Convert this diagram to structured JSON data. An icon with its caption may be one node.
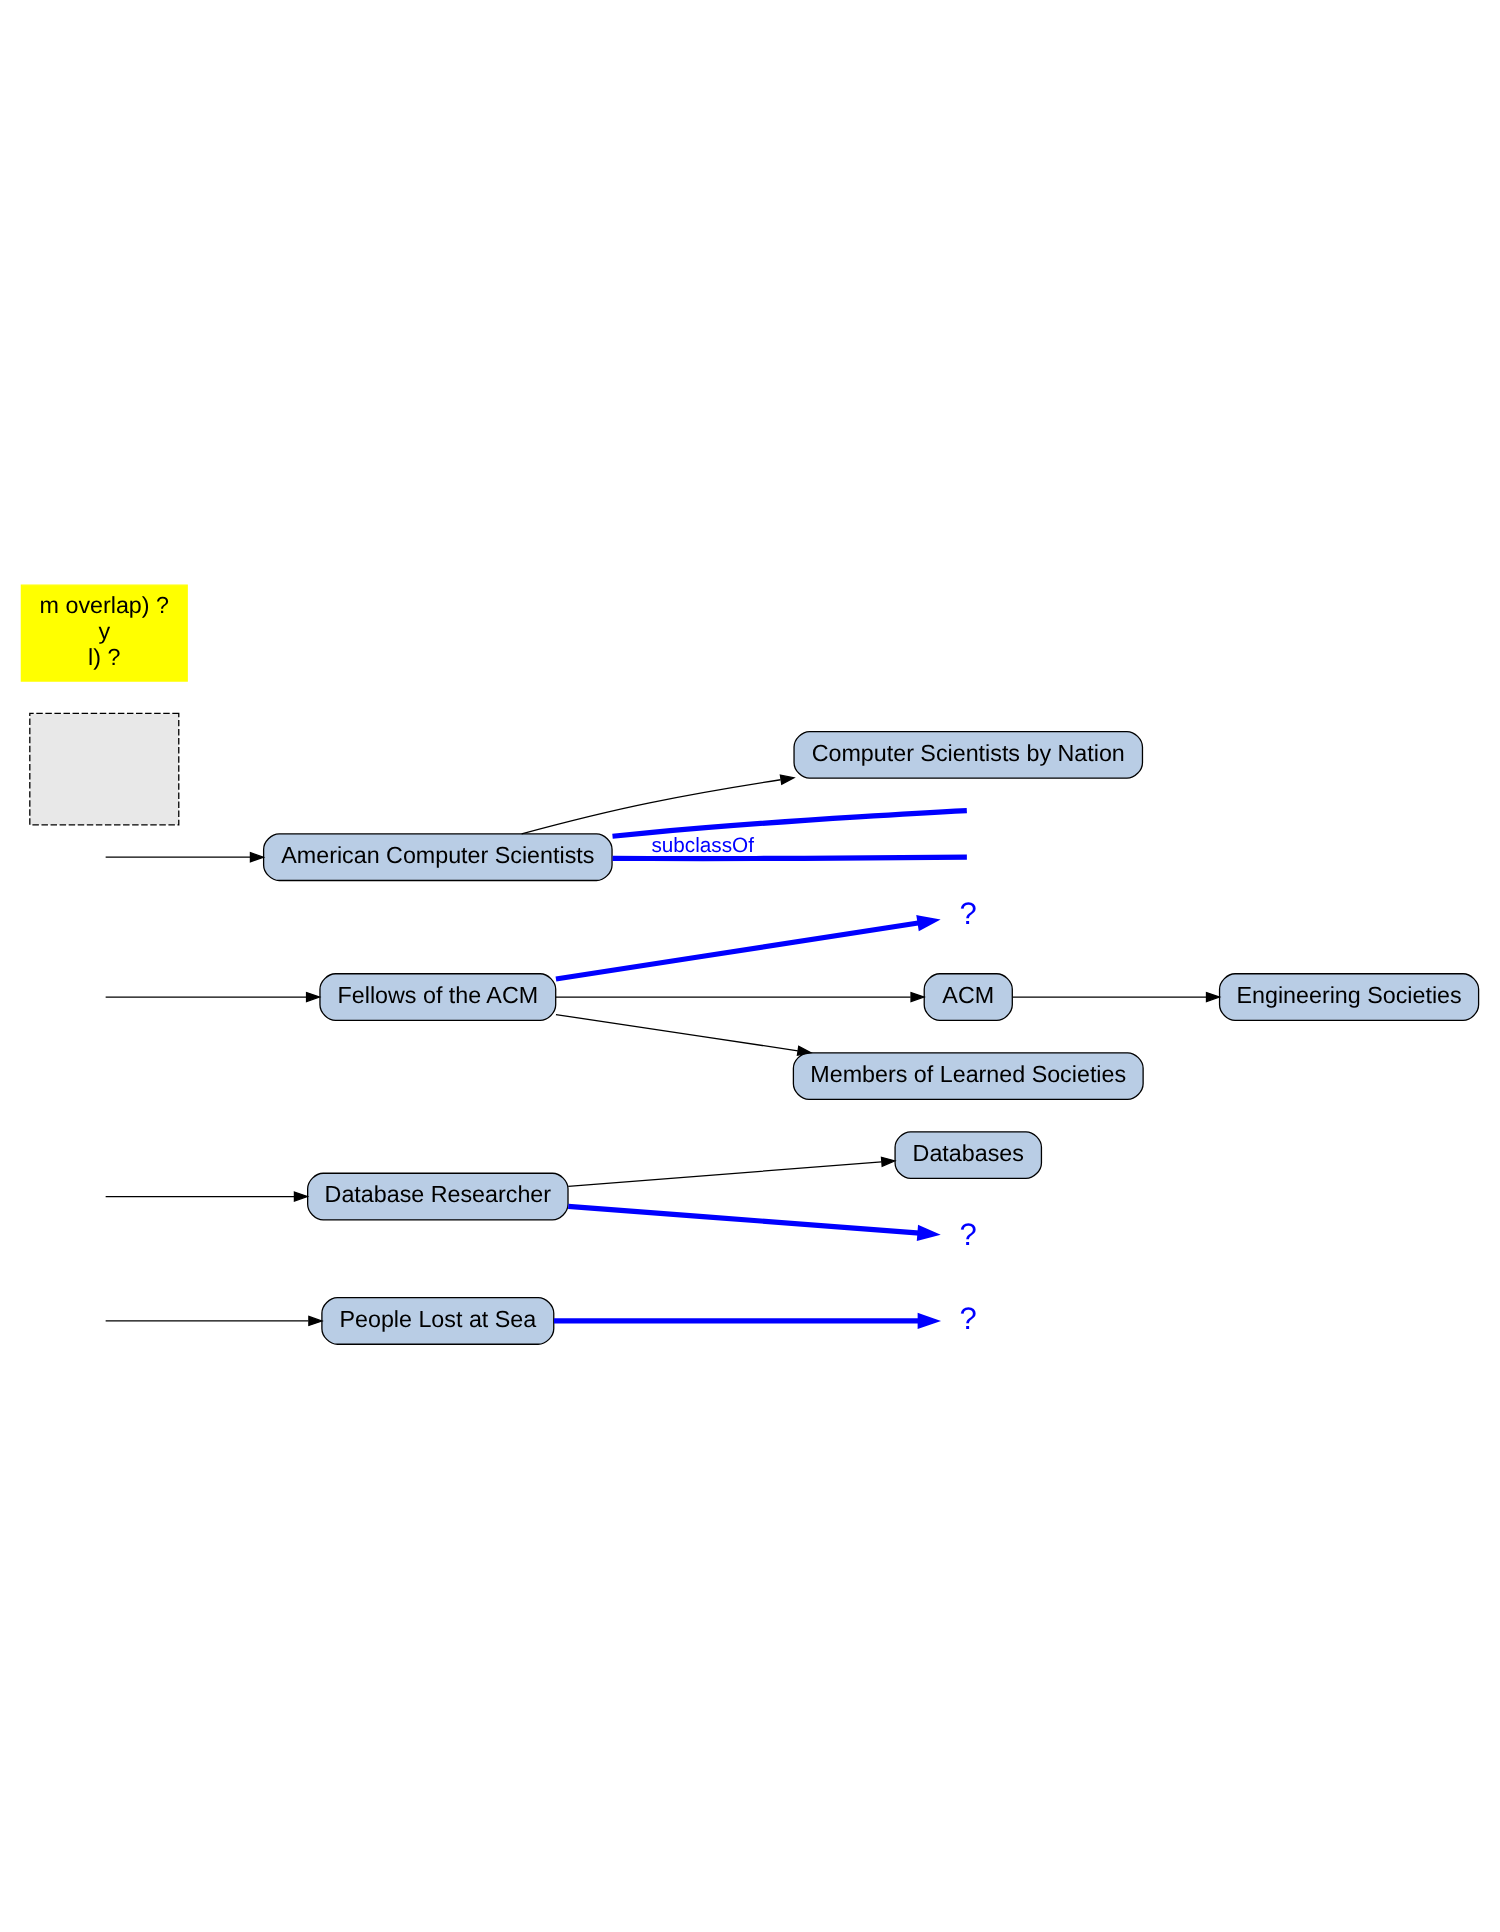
{
  "diagram": {
    "nodes": [
      {
        "text": [
          "People Lost at Sea"
        ]
      },
      {
        "text": [
          "?"
        ]
      },
      {
        "text": [],
        "shape": "box"
      },
      {
        "text": [
          "Computer Scientists by Nation"
        ]
      },
      {
        "text": [
          "American Computer Scientists"
        ]
      },
      {
        "text": [
          "Database Researcher"
        ]
      },
      {
        "text": [
          "Databases"
        ]
      },
      {
        "text": [
          "?"
        ]
      },
      {
        "text": [
          "Engineering Societies"
        ]
      },
      {
        "text": [
          "Fellows of the ACM"
        ]
      },
      {
        "text": [
          "?"
        ]
      },
      {
        "text": [
          "ACM"
        ]
      },
      {
        "text": [
          "Members of Learned Societies"
        ]
      },
      {
        "text": [
          "m overlap) ?",
          "y",
          "l) ?"
        ]
      }
    ],
    "edges": [
      {
        "from": null,
        "to": 0,
        "arrow": "to"
      },
      {
        "from": 4,
        "to": null,
        "arrow": "none",
        "color": "#0000ff",
        "style": "thick"
      },
      {
        "from": null,
        "to": 5,
        "arrow": "to"
      },
      {
        "from": null,
        "to": 9,
        "arrow": "to"
      },
      {
        "from": 0,
        "to": 1,
        "arrow": "to",
        "color": "#0000ff",
        "style": "thick"
      },
      {
        "from": 4,
        "to": 3,
        "arrow": "to"
      },
      {
        "from": 4,
        "to": null,
        "arrow": "none",
        "color": "#0000ff",
        "style": "thick",
        "label": "subclassOf"
      },
      {
        "from": null,
        "to": 4,
        "arrow": "to"
      },
      {
        "from": 5,
        "to": 6,
        "arrow": "to"
      },
      {
        "from": 5,
        "to": 7,
        "arrow": "to",
        "color": "#0000ff",
        "style": "thick"
      },
      {
        "from": 9,
        "to": 10,
        "arrow": "to",
        "color": "#0000ff",
        "style": "thick"
      },
      {
        "from": 11,
        "to": 8,
        "arrow": "to"
      },
      {
        "from": 9,
        "to": 11,
        "arrow": "to"
      },
      {
        "from": 9,
        "to": 12,
        "arrow": "to"
      }
    ]
  }
}
